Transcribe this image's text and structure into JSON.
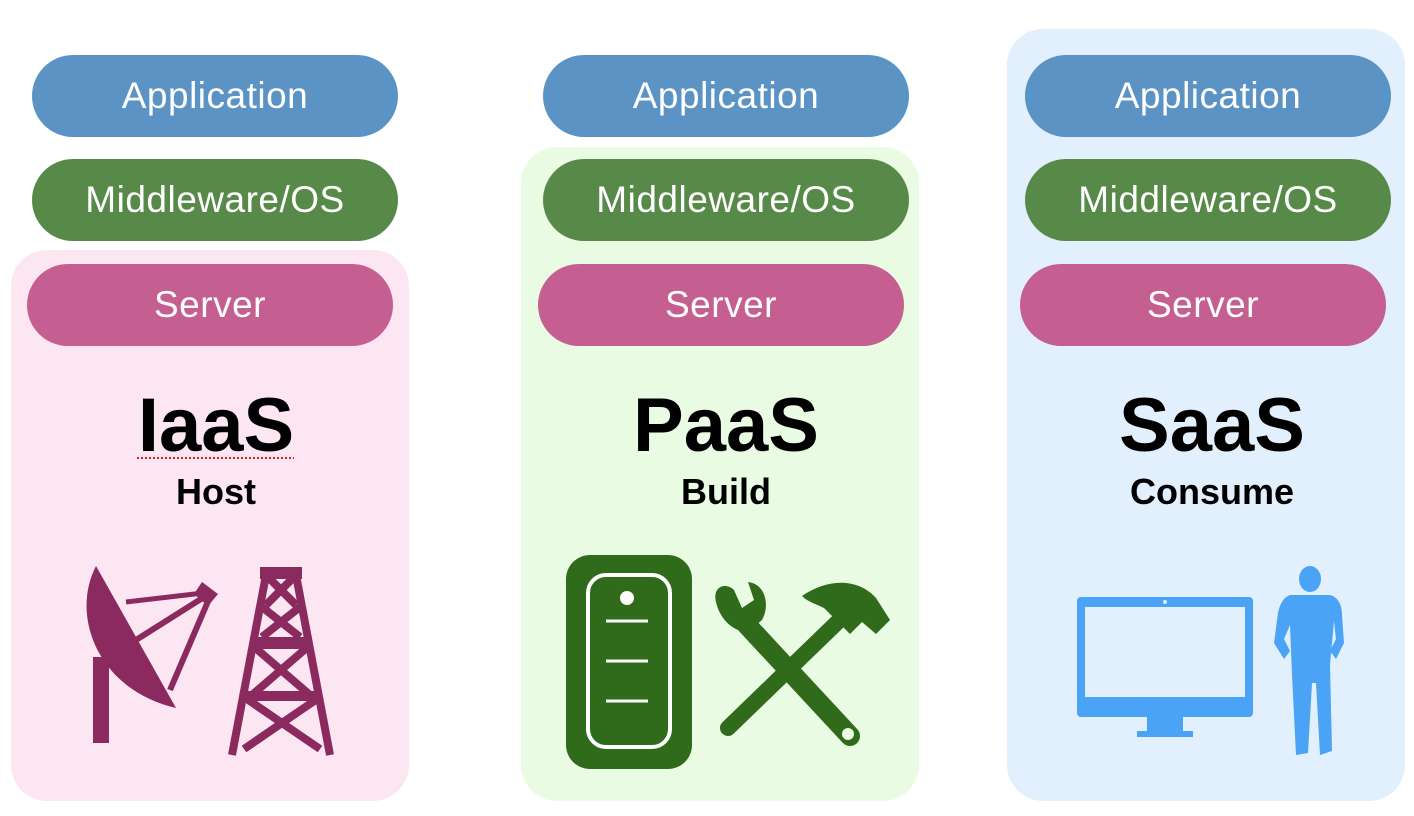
{
  "colors": {
    "application": "#5a93c4",
    "middleware": "#578a48",
    "server": "#c55f91",
    "iaas_panel": "#fce6f2",
    "paas_panel": "#eafbe4",
    "saas_panel": "#e2effc",
    "iaas_icon": "#8a2a5e",
    "paas_icon": "#2f6b1b",
    "saas_icon": "#4aa3f5"
  },
  "columns": [
    {
      "key": "iaas",
      "layers": {
        "application": "Application",
        "middleware": "Middleware/OS",
        "server": "Server"
      },
      "title": "IaaS",
      "subtitle": "Host",
      "icons": [
        "satellite-dish-icon",
        "radio-tower-icon"
      ]
    },
    {
      "key": "paas",
      "layers": {
        "application": "Application",
        "middleware": "Middleware/OS",
        "server": "Server"
      },
      "title": "PaaS",
      "subtitle": "Build",
      "icons": [
        "server-icon",
        "tools-icon"
      ]
    },
    {
      "key": "saas",
      "layers": {
        "application": "Application",
        "middleware": "Middleware/OS",
        "server": "Server"
      },
      "title": "SaaS",
      "subtitle": "Consume",
      "icons": [
        "monitor-icon",
        "person-icon"
      ]
    }
  ]
}
